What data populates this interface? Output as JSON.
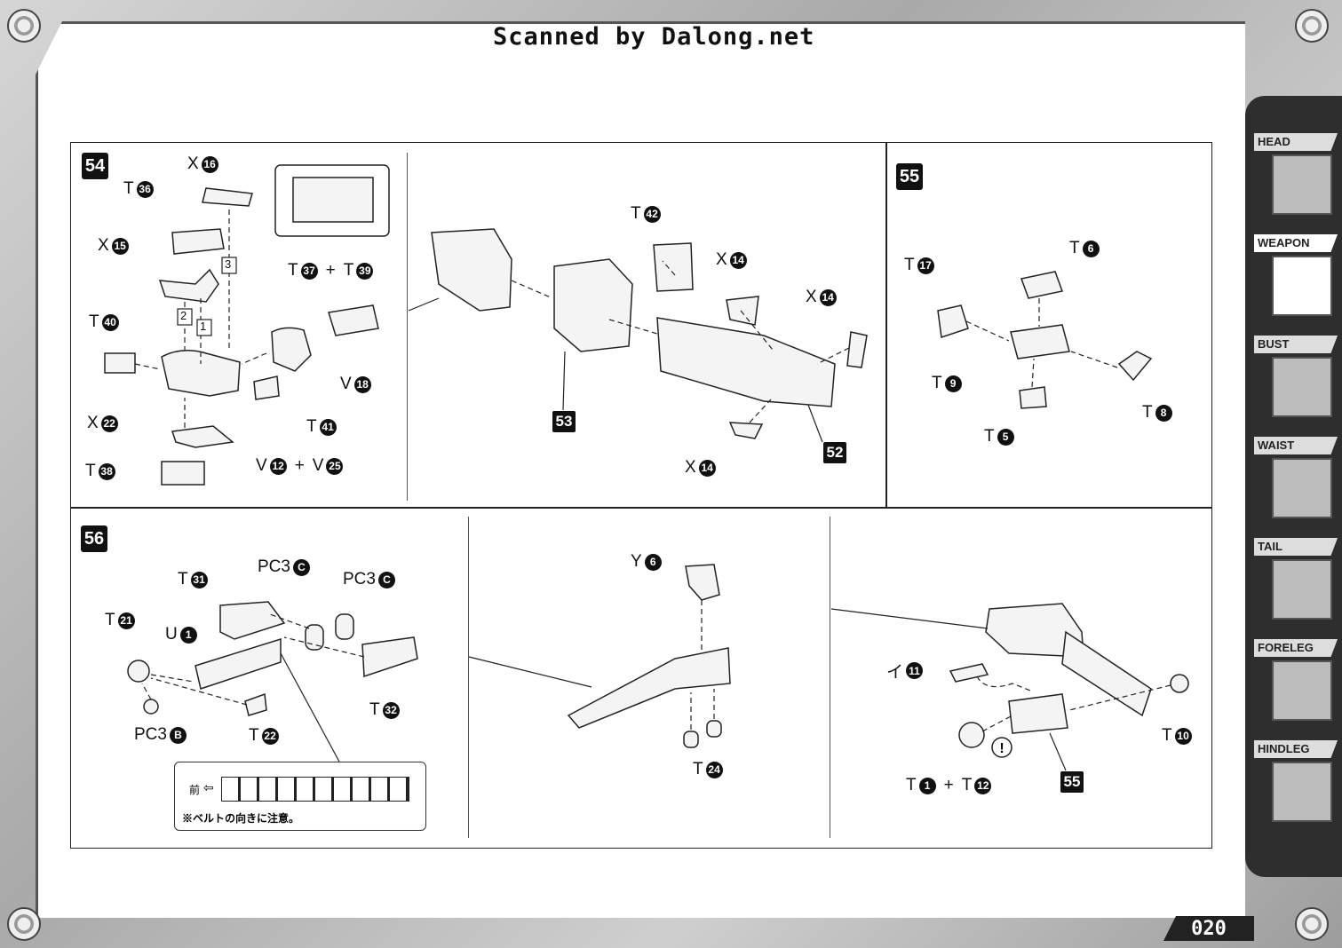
{
  "header": {
    "scan_credit": "Scanned by Dalong.net"
  },
  "page_number": "020",
  "tabs": [
    {
      "label": "HEAD",
      "icon": "head-icon"
    },
    {
      "label": "WEAPON",
      "icon": "weapon-icon",
      "active": true
    },
    {
      "label": "BUST",
      "icon": "bust-icon"
    },
    {
      "label": "WAIST",
      "icon": "waist-icon"
    },
    {
      "label": "TAIL",
      "icon": "tail-icon"
    },
    {
      "label": "FORELEG",
      "icon": "foreleg-icon"
    },
    {
      "label": "HINDLEG",
      "icon": "hindleg-icon"
    }
  ],
  "steps": {
    "s54": "54",
    "s55": "55",
    "s56": "56",
    "s52": "52",
    "s53": "53",
    "s55b": "55"
  },
  "labels54": [
    {
      "l": "X",
      "n": "16"
    },
    {
      "l": "T",
      "n": "36"
    },
    {
      "l": "X",
      "n": "15"
    },
    {
      "l": "T",
      "n": "40"
    },
    {
      "l": "X",
      "n": "22"
    },
    {
      "l": "T",
      "n": "38"
    },
    {
      "l": "V",
      "n": "18"
    },
    {
      "l": "T",
      "n": "41"
    },
    {
      "l": "V",
      "n": "12"
    },
    {
      "l": "V",
      "n": "25"
    },
    {
      "l": "T",
      "n": "37"
    },
    {
      "l": "T",
      "n": "39"
    }
  ],
  "arrow_numbers": [
    "3",
    "2",
    "1"
  ],
  "labels54b": [
    {
      "l": "T",
      "n": "42"
    },
    {
      "l": "X",
      "n": "14"
    }
  ],
  "labels55": [
    {
      "l": "T",
      "n": "6"
    },
    {
      "l": "T",
      "n": "17"
    },
    {
      "l": "T",
      "n": "9"
    },
    {
      "l": "T",
      "n": "8"
    },
    {
      "l": "T",
      "n": "5"
    }
  ],
  "labels56": [
    {
      "l": "T",
      "n": "31"
    },
    {
      "l": "PC3",
      "n": "C"
    },
    {
      "l": "T",
      "n": "21"
    },
    {
      "l": "U",
      "n": "1"
    },
    {
      "l": "PC3",
      "n": "B"
    },
    {
      "l": "T",
      "n": "22"
    },
    {
      "l": "T",
      "n": "32"
    }
  ],
  "labels56b": [
    {
      "l": "Y",
      "n": "6"
    },
    {
      "l": "T",
      "n": "24"
    },
    {
      "l": "イ",
      "n": "11"
    },
    {
      "l": "T",
      "n": "10"
    },
    {
      "l": "T",
      "n": "1"
    },
    {
      "l": "T",
      "n": "12"
    }
  ],
  "note": {
    "front": "前",
    "warning": "※ベルトの向きに注意。"
  }
}
